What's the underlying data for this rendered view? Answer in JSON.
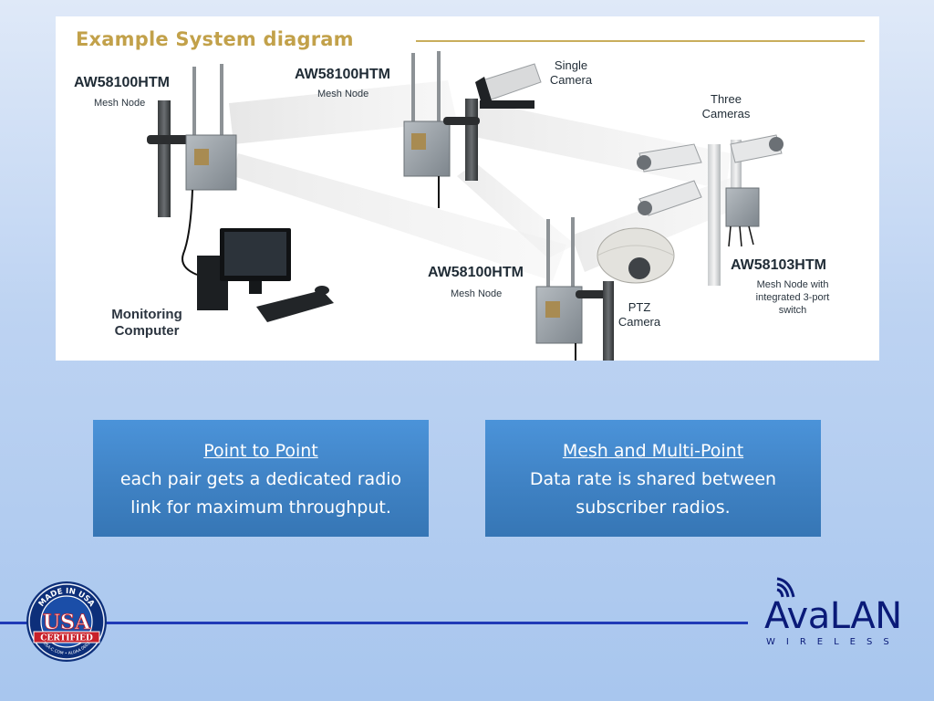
{
  "diagram": {
    "title": "Example System diagram",
    "nodes": [
      {
        "model": "AW58100HTM",
        "subtitle": "Mesh Node"
      },
      {
        "model": "AW58100HTM",
        "subtitle": "Mesh Node"
      },
      {
        "model": "AW58100HTM",
        "subtitle": "Mesh Node"
      },
      {
        "model": "AW58103HTM",
        "subtitle_lines": [
          "Mesh Node with",
          "integrated 3-port",
          "switch"
        ]
      }
    ],
    "devices": {
      "single_camera": [
        "Single",
        "Camera"
      ],
      "three_cameras": [
        "Three",
        "Cameras"
      ],
      "ptz_camera": [
        "PTZ",
        "Camera"
      ],
      "monitoring_computer": [
        "Monitoring",
        "Computer"
      ]
    }
  },
  "boxes": [
    {
      "heading": "Point to Point",
      "lines": [
        "each pair gets a dedicated radio",
        "link for maximum throughput."
      ]
    },
    {
      "heading": "Mesh and Multi-Point",
      "lines": [
        "Data rate is shared between",
        "subscriber radios."
      ]
    }
  ],
  "footer": {
    "badge": {
      "top": "MADE IN USA",
      "main": "USA",
      "ribbon": "CERTIFIED",
      "bottom": "USA-C.COM • AL0AA 0602"
    },
    "brand": {
      "name_a": "Ava",
      "name_b": "LAN",
      "tagline": "WIRELESS"
    }
  },
  "colors": {
    "accent_blue": "#3f82c4",
    "footer_line": "#1f3ab7",
    "brand_navy": "#0a1a78",
    "title_gold": "#c2a14a"
  }
}
